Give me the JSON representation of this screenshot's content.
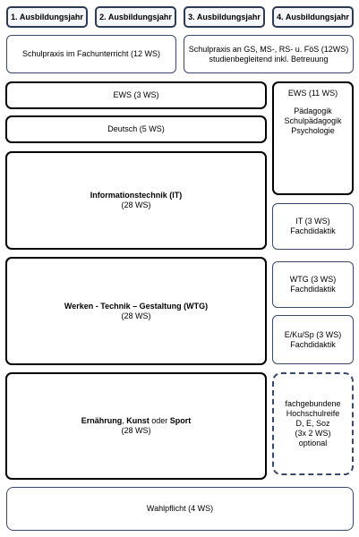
{
  "years": [
    "1. Ausbildungsjahr",
    "2. Ausbildungsjahr",
    "3. Ausbildungsjahr",
    "4. Ausbildungsjahr"
  ],
  "schulpraxis_fach": "Schulpraxis im Fachunterricht (12 WS)",
  "schulpraxis_gs": {
    "line1": "Schulpraxis an GS, MS-, RS- u. FöS (12WS)",
    "line2": "studienbegleitend inkl. Betreuung"
  },
  "ews_left": "EWS (3 WS)",
  "deutsch": "Deutsch (5 WS)",
  "ews_right": {
    "title": "EWS (11 WS)",
    "items": [
      "Pädagogik",
      "Schulpädagogik",
      "Psychologie"
    ]
  },
  "it": {
    "title": "Informationstechnik (IT)",
    "ws": "(28 WS)"
  },
  "it_fd": {
    "title": "IT (3 WS)",
    "sub": "Fachdidaktik"
  },
  "wtg": {
    "title": "Werken - Technik – Gestaltung (WTG)",
    "ws": "(28 WS)"
  },
  "wtg_fd": {
    "title": "WTG (3 WS)",
    "sub": "Fachdidaktik"
  },
  "ekusp_fd": {
    "title": "E/Ku/Sp (3 WS)",
    "sub": "Fachdidaktik"
  },
  "eks": {
    "part1": "Ernährung",
    "sep1": ", ",
    "part2": "Kunst",
    "sep2": " oder ",
    "part3": "Sport",
    "ws": "(28 WS)"
  },
  "hochschulreife": {
    "lines": [
      "fachgebundene",
      "Hochschulreife",
      "D, E, Soz",
      "(3x 2 WS)",
      "optional"
    ]
  },
  "wahlpflicht": "Wahlpflicht (4 WS)"
}
